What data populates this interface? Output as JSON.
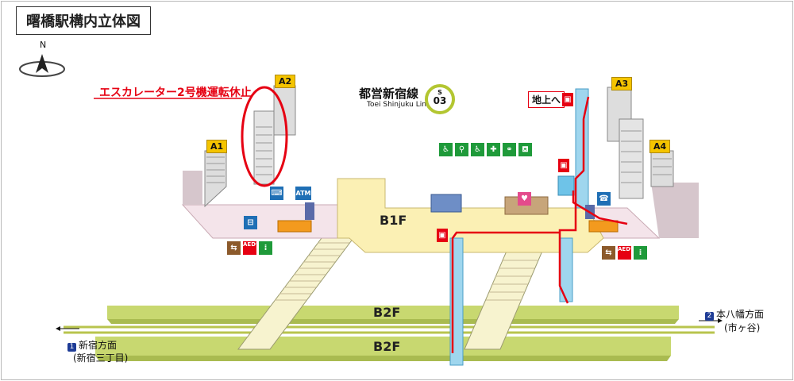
{
  "map": {
    "title": "曙橋駅構内立体図",
    "north_label": "N",
    "notice": "エスカレーター2号機運転休止",
    "line": {
      "name_ja": "都営新宿線",
      "name_en": "Toei Shinjuku Line",
      "badge_letter": "S",
      "badge_number": "03",
      "badge_color": "#b3c631"
    },
    "exits": [
      "A1",
      "A2",
      "A3",
      "A4"
    ],
    "floors": {
      "b1f": "B1F",
      "b2f_upper": "B2F",
      "b2f_lower": "B2F"
    },
    "ground_label": "地上へ",
    "atm_label": "ATM",
    "aed_label": "AED",
    "direction_left": {
      "number": "1",
      "destination": "新宿方面",
      "sub": "(新宿三丁目)"
    },
    "direction_right": {
      "number": "2",
      "destination": "本八幡方面",
      "sub": "(市ヶ谷)"
    },
    "colors": {
      "platform_green": "#c8d870",
      "concourse_yellow": "#fbf0b4",
      "concourse_pink": "#f4e4ea",
      "elevator_blue": "#6ec3e8",
      "route_red": "#e60012",
      "exit_yellow": "#f4c400"
    },
    "icons": [
      "north-arrow-icon",
      "toilet-icon",
      "wheelchair-toilet-icon",
      "baby-icon",
      "ostomate-icon",
      "family-toilet-icon",
      "elevator-icon",
      "escalator-icon",
      "phone-icon",
      "ticket-machine-icon",
      "aed-icon",
      "fare-adjust-icon"
    ]
  }
}
